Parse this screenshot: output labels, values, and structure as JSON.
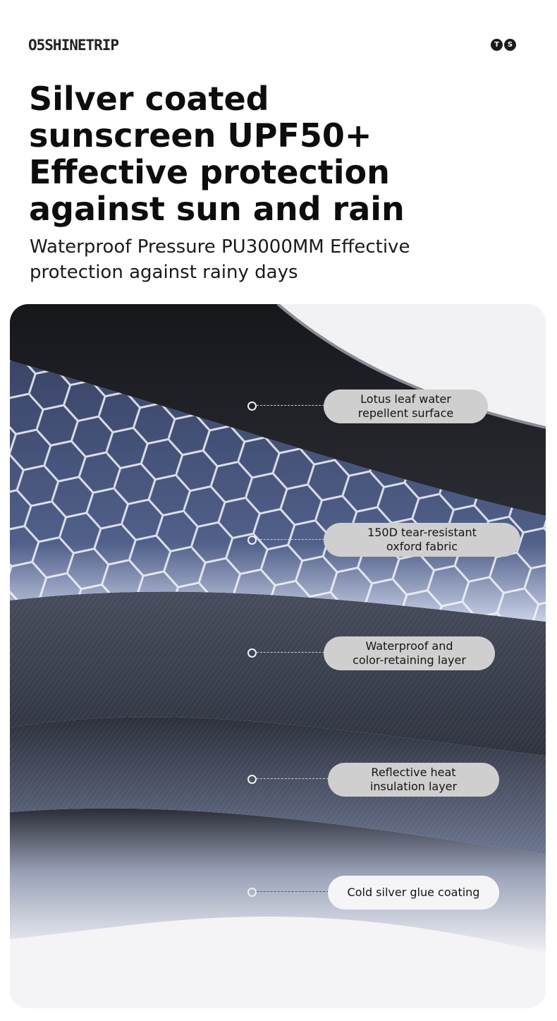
{
  "brand": {
    "logo_text": "O5SHINETRIP",
    "badge_left": "T",
    "badge_right": "S"
  },
  "headline": {
    "line1": "Silver coated",
    "line2": "sunscreen UPF50+",
    "line3": "Effective protection",
    "line4": "against sun and rain"
  },
  "subhead": {
    "line1": "Waterproof Pressure PU3000MM Effective",
    "line2": "protection against rainy days"
  },
  "layers": [
    {
      "label": "Lotus leaf water\nrepellent surface"
    },
    {
      "label": "150D tear-resistant\noxford fabric"
    },
    {
      "label": "Waterproof and\ncolor-retaining layer"
    },
    {
      "label": "Reflective heat\ninsulation layer"
    },
    {
      "label": "Cold silver glue coating"
    }
  ],
  "colors": {
    "top_layer": "#1e1f24",
    "hex_layer": "#3d4a6e",
    "waterproof_layer": "#3a3f4d",
    "reflective_layer": "#5b6478",
    "silver_layer": "#dfe2ec",
    "callout_bg": "#cfcfcf"
  }
}
